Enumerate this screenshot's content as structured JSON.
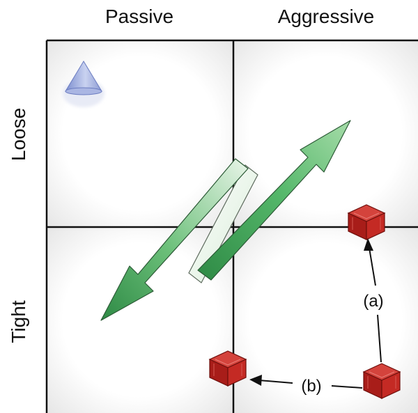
{
  "columns": {
    "left": "Passive",
    "right": "Aggressive"
  },
  "rows": {
    "top": "Loose",
    "bottom": "Tight"
  },
  "annotations": {
    "a": "(a)",
    "b": "(b)"
  },
  "icons": {
    "cone": "cone-icon",
    "cube": "cube-icon"
  },
  "colors": {
    "grid_line": "#111111",
    "arrow_green": "#3fa45a",
    "arrow_light": "#e6f2e6",
    "cube_red": "#b3201c",
    "cone_blue": "#8fa0d6"
  }
}
